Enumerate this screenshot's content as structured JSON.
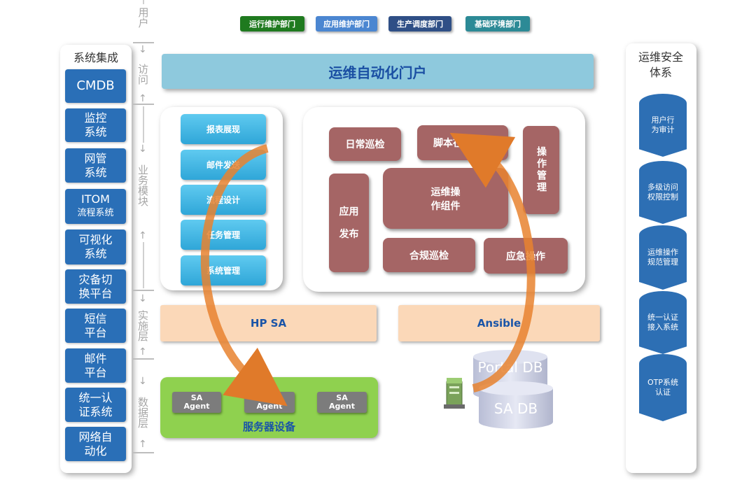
{
  "departments": [
    {
      "label": "运行维护部门",
      "color": "#1f7a1f"
    },
    {
      "label": "应用维护部门",
      "color": "#4b86d1"
    },
    {
      "label": "生产调度部门",
      "color": "#2f4f86"
    },
    {
      "label": "基础环境部门",
      "color": "#2c8a96"
    }
  ],
  "layers": {
    "user": "用户",
    "access": "访问",
    "business": "业务模块",
    "implementation": "实施层",
    "data": "数据层"
  },
  "left_panel": {
    "title": "系统集成",
    "items": [
      {
        "line1": "CMDB",
        "line2": ""
      },
      {
        "line1": "监控",
        "line2": "系统"
      },
      {
        "line1": "网管",
        "line2": "系统"
      },
      {
        "line1": "ITOM",
        "line2": "流程系统"
      },
      {
        "line1": "可视化",
        "line2": "系统"
      },
      {
        "line1": "灾备切",
        "line2": "换平台"
      },
      {
        "line1": "短信",
        "line2": "平台"
      },
      {
        "line1": "邮件",
        "line2": "平台"
      },
      {
        "line1": "统一认",
        "line2": "证系统"
      },
      {
        "line1": "网络自",
        "line2": "动化"
      }
    ]
  },
  "right_panel": {
    "title": "运维安全体系",
    "items": [
      {
        "line1": "用户行",
        "line2": "为审计"
      },
      {
        "line1": "多级访问",
        "line2": "权限控制"
      },
      {
        "line1": "运维操作",
        "line2": "规范管理"
      },
      {
        "line1": "统一认证",
        "line2": "接入系统"
      },
      {
        "line1": "OTP系统",
        "line2": "认证"
      }
    ]
  },
  "portal": {
    "label": "运维自动化门户"
  },
  "functions": [
    "报表展现",
    "邮件发送",
    "流程设计",
    "任务管理",
    "系统管理"
  ],
  "components": {
    "daily_inspection": "日常巡检",
    "script_online": "脚本在线管理",
    "operation_mgmt": "操作管理",
    "app_release_1": "应用",
    "app_release_2": "发布",
    "ops_component_1": "运维操",
    "ops_component_2": "作组件",
    "compliance": "合规巡检",
    "emergency": "应急操作"
  },
  "impl": {
    "hpsa": "HP SA",
    "ansible": "Ansible"
  },
  "servers": {
    "label": "服务器设备",
    "agents": [
      {
        "line1": "SA",
        "line2": "Agent"
      },
      {
        "line1": "SA",
        "line2": "Agent"
      },
      {
        "line1": "SA",
        "line2": "Agent"
      }
    ]
  },
  "databases": {
    "portal_db": "Portal DB",
    "sa_db": "SA DB"
  },
  "icons": [
    "server-icon",
    "down-arrow-icon",
    "up-arrow-icon"
  ]
}
